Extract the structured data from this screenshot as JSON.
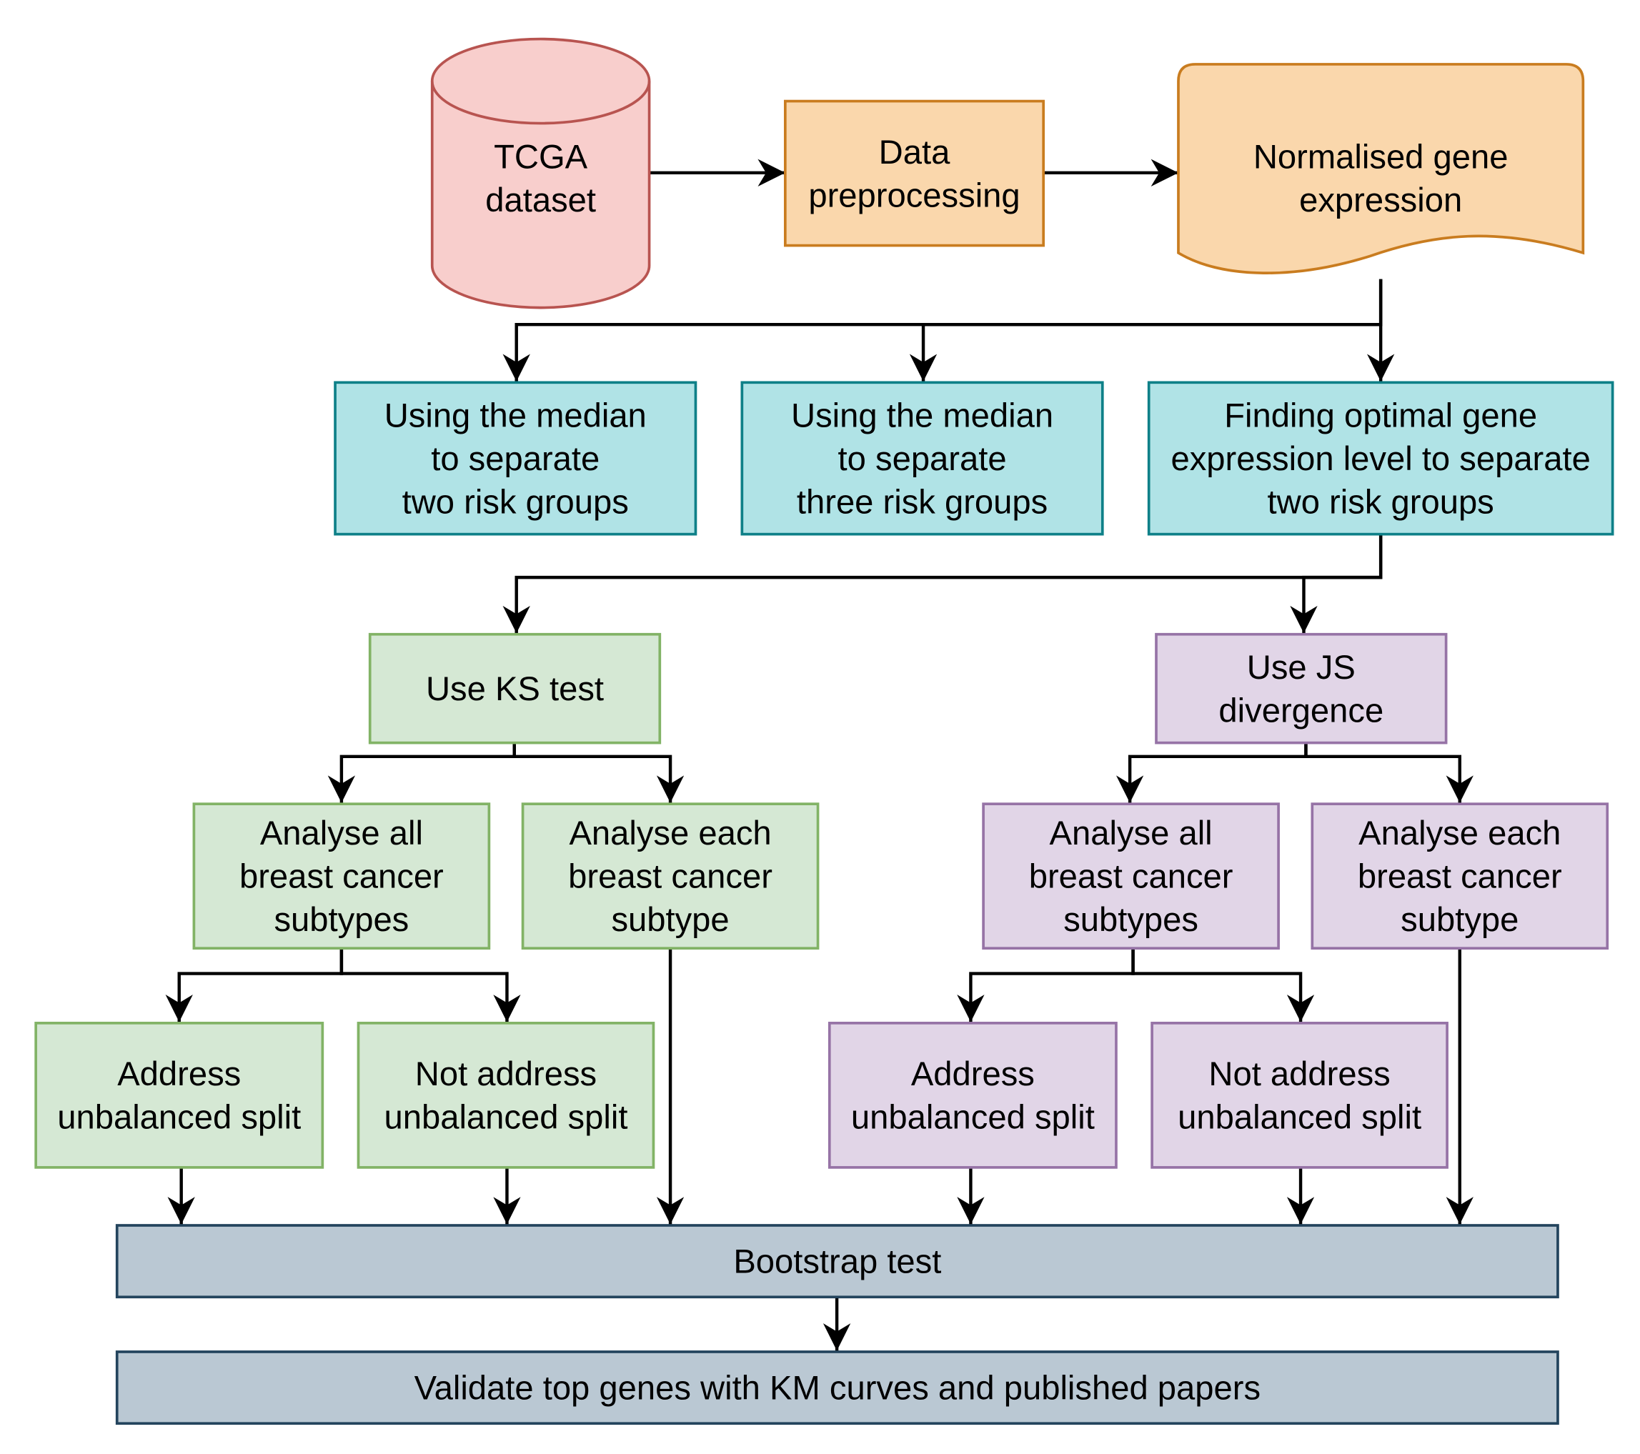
{
  "colors": {
    "red_fill": "#f8cecc",
    "red_stroke": "#b85450",
    "orange_fill": "#fad7ac",
    "orange_stroke": "#c97c1f",
    "teal_fill": "#b0e3e6",
    "teal_stroke": "#0e8088",
    "green_fill": "#d5e8d4",
    "green_stroke": "#82b366",
    "purple_fill": "#e1d5e7",
    "purple_stroke": "#9673a6",
    "gray_fill": "#bac8d3",
    "gray_stroke": "#23445d",
    "edge": "#000000"
  },
  "nodes": {
    "tcga": {
      "lines": [
        "TCGA",
        "dataset"
      ],
      "shape": "cylinder",
      "color": "red"
    },
    "preprocess": {
      "lines": [
        "Data",
        "preprocessing"
      ],
      "shape": "rectangle",
      "color": "orange"
    },
    "normalised": {
      "lines": [
        "Normalised gene",
        "expression"
      ],
      "shape": "document",
      "color": "orange"
    },
    "median_two": {
      "lines": [
        "Using the median",
        "to separate",
        "two risk groups"
      ],
      "shape": "rectangle",
      "color": "teal"
    },
    "median_three": {
      "lines": [
        "Using the median",
        "to separate",
        "three risk groups"
      ],
      "shape": "rectangle",
      "color": "teal"
    },
    "optimal": {
      "lines": [
        "Finding optimal gene",
        "expression level to separate",
        "two risk groups"
      ],
      "shape": "rectangle",
      "color": "teal"
    },
    "ks_test": {
      "lines": [
        "Use KS test"
      ],
      "shape": "rectangle",
      "color": "green"
    },
    "js_div": {
      "lines": [
        "Use JS",
        "divergence"
      ],
      "shape": "rectangle",
      "color": "purple"
    },
    "ks_all": {
      "lines": [
        "Analyse all",
        "breast cancer",
        "subtypes"
      ],
      "shape": "rectangle",
      "color": "green"
    },
    "ks_each": {
      "lines": [
        "Analyse each",
        "breast cancer",
        "subtype"
      ],
      "shape": "rectangle",
      "color": "green"
    },
    "js_all": {
      "lines": [
        "Analyse all",
        "breast cancer",
        "subtypes"
      ],
      "shape": "rectangle",
      "color": "purple"
    },
    "js_each": {
      "lines": [
        "Analyse each",
        "breast cancer",
        "subtype"
      ],
      "shape": "rectangle",
      "color": "purple"
    },
    "ks_address": {
      "lines": [
        "Address",
        "unbalanced split"
      ],
      "shape": "rectangle",
      "color": "green"
    },
    "ks_not_address": {
      "lines": [
        "Not address",
        "unbalanced split"
      ],
      "shape": "rectangle",
      "color": "green"
    },
    "js_address": {
      "lines": [
        "Address",
        "unbalanced split"
      ],
      "shape": "rectangle",
      "color": "purple"
    },
    "js_not_address": {
      "lines": [
        "Not address",
        "unbalanced split"
      ],
      "shape": "rectangle",
      "color": "purple"
    },
    "bootstrap": {
      "lines": [
        "Bootstrap test"
      ],
      "shape": "rectangle",
      "color": "gray"
    },
    "validate": {
      "lines": [
        "Validate top genes with KM curves and published papers"
      ],
      "shape": "rectangle",
      "color": "gray"
    }
  },
  "edges": [
    [
      "tcga",
      "preprocess"
    ],
    [
      "preprocess",
      "normalised"
    ],
    [
      "normalised",
      "median_two"
    ],
    [
      "normalised",
      "median_three"
    ],
    [
      "normalised",
      "optimal"
    ],
    [
      "optimal",
      "ks_test"
    ],
    [
      "optimal",
      "js_div"
    ],
    [
      "ks_test",
      "ks_all"
    ],
    [
      "ks_test",
      "ks_each"
    ],
    [
      "js_div",
      "js_all"
    ],
    [
      "js_div",
      "js_each"
    ],
    [
      "ks_all",
      "ks_address"
    ],
    [
      "ks_all",
      "ks_not_address"
    ],
    [
      "js_all",
      "js_address"
    ],
    [
      "js_all",
      "js_not_address"
    ],
    [
      "ks_address",
      "bootstrap"
    ],
    [
      "ks_not_address",
      "bootstrap"
    ],
    [
      "ks_each",
      "bootstrap"
    ],
    [
      "js_address",
      "bootstrap"
    ],
    [
      "js_not_address",
      "bootstrap"
    ],
    [
      "js_each",
      "bootstrap"
    ],
    [
      "bootstrap",
      "validate"
    ]
  ]
}
